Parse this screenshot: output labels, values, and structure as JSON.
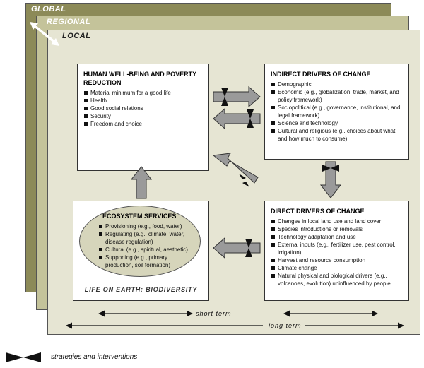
{
  "layers": {
    "global": "GLOBAL",
    "regional": "REGIONAL",
    "local": "LOCAL"
  },
  "human_wellbeing": {
    "title": "HUMAN WELL-BEING AND POVERTY REDUCTION",
    "items": [
      "Material minimum for a good life",
      "Health",
      "Good social relations",
      "Security",
      "Freedom and choice"
    ]
  },
  "indirect_drivers": {
    "title": "INDIRECT DRIVERS OF CHANGE",
    "items": [
      "Demographic",
      "Economic (e.g., globalization, trade, market, and policy framework)",
      "Sociopolitical (e.g., governance, institutional, and legal framework)",
      "Science and technology",
      "Cultural and religious (e.g., choices about what and how much to consume)"
    ]
  },
  "direct_drivers": {
    "title": "DIRECT DRIVERS OF CHANGE",
    "items": [
      "Changes in local land use and land cover",
      "Species introductions or removals",
      "Technology adaptation and use",
      "External inputs (e.g., fertilizer use, pest control, irrigation)",
      "Harvest and resource consumption",
      "Climate change",
      "Natural physical and biological drivers (e.g., volcanoes, evolution) uninfluenced by people"
    ]
  },
  "ecosystem_services": {
    "title": "ECOSYSTEM SERVICES",
    "items": [
      "Provisioning (e.g., food, water)",
      "Regulating (e.g., climate, water, disease regulation)",
      "Cultural (e.g., spiritual, aesthetic)",
      "Supporting (e.g., primary production, soil formation)"
    ],
    "footer": "LIFE ON EARTH: BIODIVERSITY"
  },
  "timescales": {
    "short": "short term",
    "long": "long term"
  },
  "legend": {
    "text": "strategies and interventions"
  },
  "colors": {
    "global": "#8c8a58",
    "regional": "#c4c39a",
    "local": "#e6e5d3",
    "ellipse": "#d6d5bb",
    "arrow": "#9a9a9a"
  }
}
